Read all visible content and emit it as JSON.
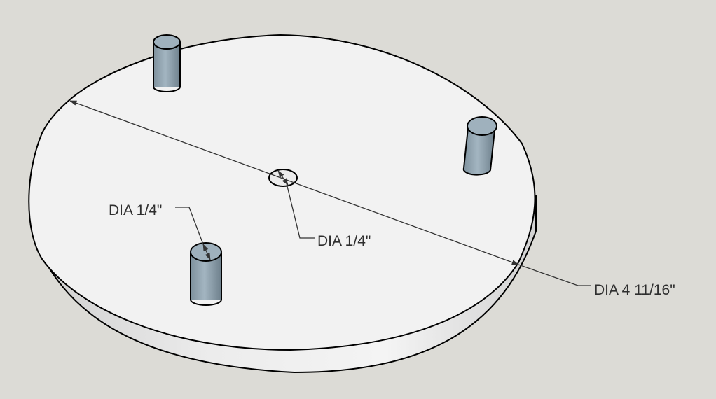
{
  "colors": {
    "background": "#dcdbd6",
    "disc_top": "#f2f2f2",
    "disc_side": "#e4e4e4",
    "pin": "#98aab6",
    "outline": "#000000",
    "dimension_line": "#333333"
  },
  "dimensions": {
    "outer_diameter": "DIA 4 11/16\"",
    "center_hole": "DIA 1/4\"",
    "pin": "DIA 1/4\""
  }
}
